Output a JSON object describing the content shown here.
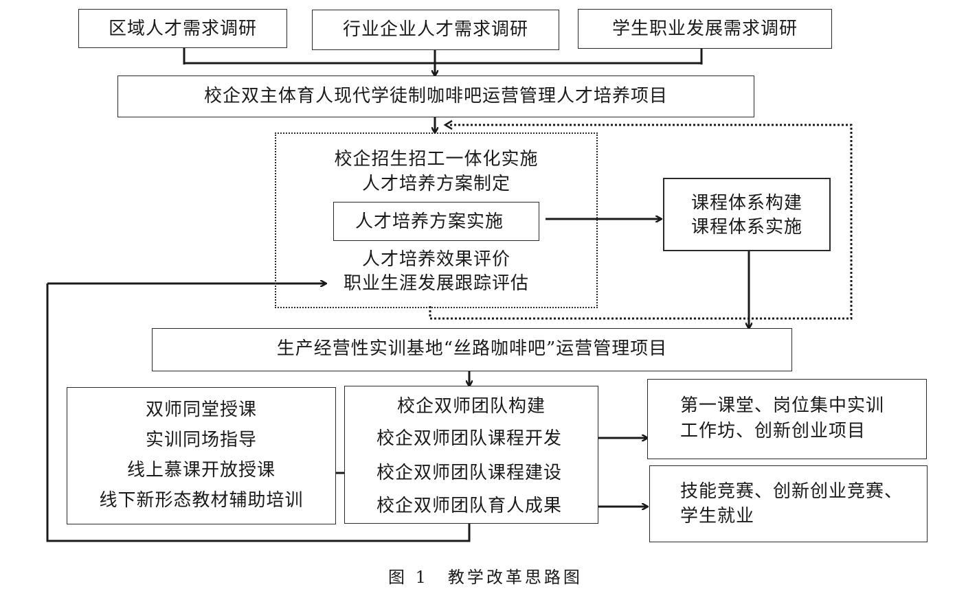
{
  "top_boxes": [
    "区域人才需求调研",
    "行业企业人才需求调研",
    "学生职业发展需求调研"
  ],
  "project": "校企双主体育人现代学徒制咖啡吧运营管理人才培养项目",
  "center_group": {
    "line1": "校企招生招工一体化实施",
    "line2": "人才培养方案制定",
    "inner": "人才培养方案实施",
    "line3": "人才培养效果评价",
    "line4": "职业生涯发展跟踪评估"
  },
  "course_box": {
    "line1": "课程体系构建",
    "line2": "课程体系实施"
  },
  "base_project": "生产经营性实训基地“丝路咖啡吧”运营管理项目",
  "left_box": [
    "双师同堂授课",
    "实训同场指导",
    "线上慕课开放授课",
    "线下新形态教材辅助培训"
  ],
  "team_box": [
    "校企双师团队构建",
    "校企双师团队课程开发",
    "校企双师团队课程建设",
    "校企双师团队育人成果"
  ],
  "right_box1": {
    "line1": "第一课堂、岗位集中实训",
    "line2": "工作坊、创新创业项目"
  },
  "right_box2": {
    "line1": "技能竞赛、创新创业竞赛、",
    "line2": "学生就业"
  },
  "caption": "图 1　教学改革思路图"
}
